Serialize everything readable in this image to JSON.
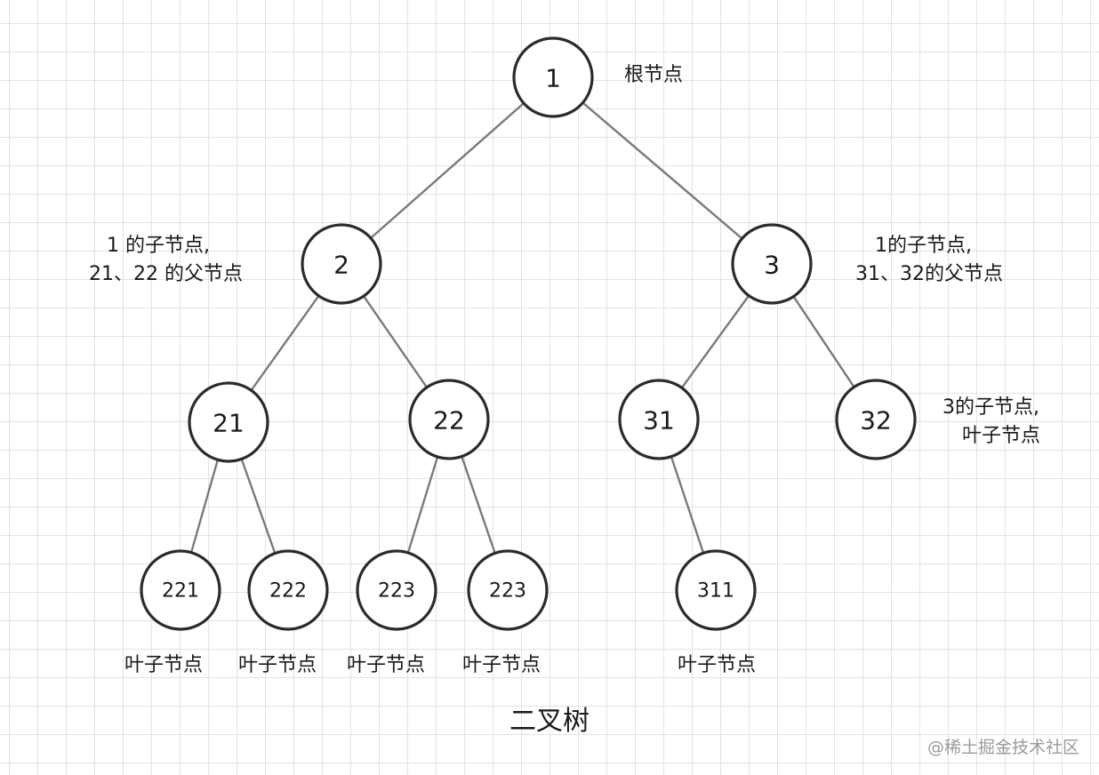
{
  "diagram": {
    "nodes": [
      {
        "id": "n1",
        "label": "1"
      },
      {
        "id": "n2",
        "label": "2"
      },
      {
        "id": "n3",
        "label": "3"
      },
      {
        "id": "n21",
        "label": "21"
      },
      {
        "id": "n22",
        "label": "22"
      },
      {
        "id": "n31",
        "label": "31"
      },
      {
        "id": "n32",
        "label": "32"
      },
      {
        "id": "n221",
        "label": "221"
      },
      {
        "id": "n222",
        "label": "222"
      },
      {
        "id": "n223a",
        "label": "223"
      },
      {
        "id": "n223b",
        "label": "223"
      },
      {
        "id": "n311",
        "label": "311"
      }
    ],
    "edges": [
      [
        "n1",
        "n2"
      ],
      [
        "n1",
        "n3"
      ],
      [
        "n2",
        "n21"
      ],
      [
        "n2",
        "n22"
      ],
      [
        "n3",
        "n31"
      ],
      [
        "n3",
        "n32"
      ],
      [
        "n21",
        "n221"
      ],
      [
        "n21",
        "n222"
      ],
      [
        "n22",
        "n223a"
      ],
      [
        "n22",
        "n223b"
      ],
      [
        "n31",
        "n311"
      ]
    ]
  },
  "annotations": {
    "root": "根节点",
    "node2_line1": "1 的子节点,",
    "node2_line2": "21、22 的父节点",
    "node3_line1": "1的子节点,",
    "node3_line2": "31、32的父节点",
    "node32_line1": "3的子节点,",
    "node32_line2": "叶子节点",
    "leaf_221": "叶子节点",
    "leaf_222": "叶子节点",
    "leaf_223a": "叶子节点",
    "leaf_223b": "叶子节点",
    "leaf_311": "叶子节点"
  },
  "caption": "二叉树",
  "watermark": "@稀土掘金技术社区"
}
